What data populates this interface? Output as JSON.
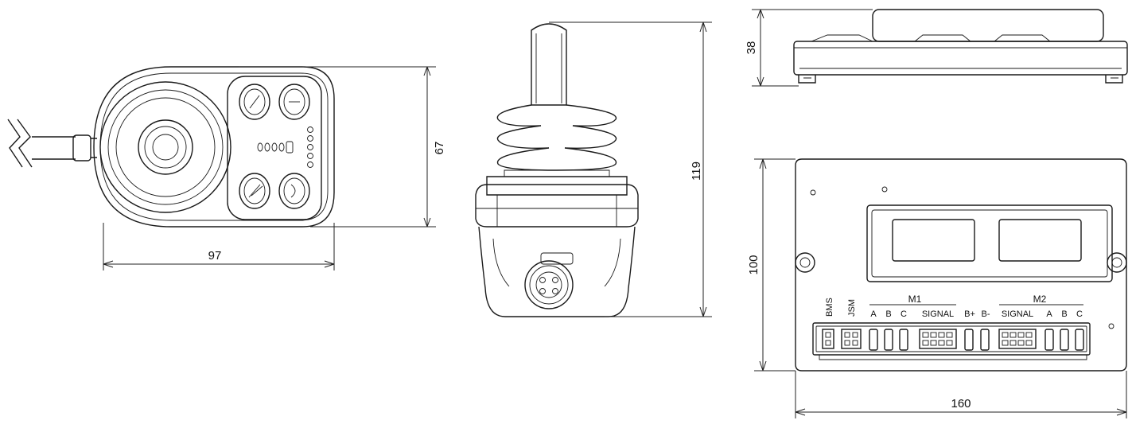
{
  "dimensions": {
    "hand_width": "97",
    "hand_height": "67",
    "joystick_height": "119",
    "controller_depth": "38",
    "controller_height": "100",
    "controller_width": "160"
  },
  "connector_labels": {
    "bms": "BMS",
    "jsm": "JSM",
    "m1": "M1",
    "m2": "M2",
    "m1_a": "A",
    "m1_b": "B",
    "m1_c": "C",
    "m1_signal": "SIGNAL",
    "b_plus": "B+",
    "b_minus": "B-",
    "m2_signal": "SIGNAL",
    "m2_a": "A",
    "m2_b": "B",
    "m2_c": "C"
  }
}
